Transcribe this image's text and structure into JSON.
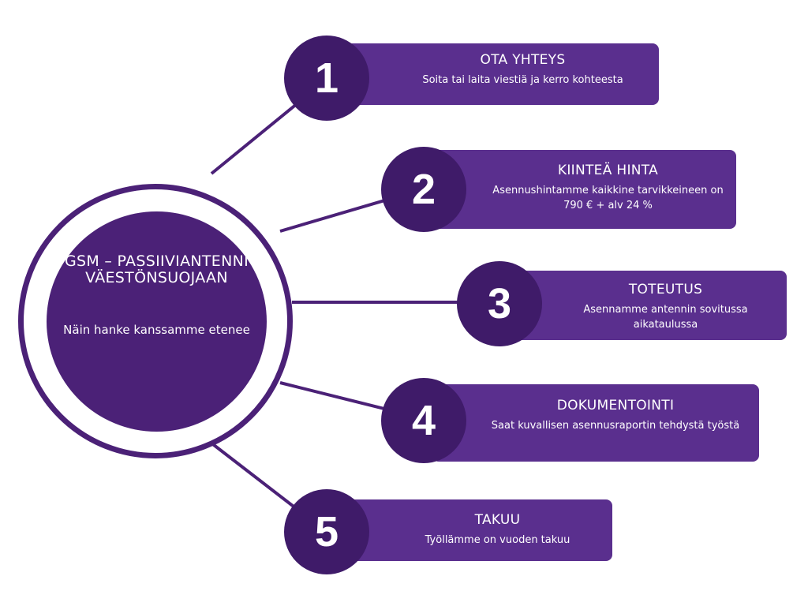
{
  "hub": {
    "title": "GSM – PASSIIVIANTENNI VÄESTÖNSUOJAAN",
    "subtitle": "Näin hanke kanssamme etenee"
  },
  "steps": [
    {
      "number": "1",
      "title": "OTA YHTEYS",
      "text": "Soita tai laita viestiä ja kerro kohteesta"
    },
    {
      "number": "2",
      "title": "KIINTEÄ HINTA",
      "text": "Asennushintamme kaikkine tarvikkeineen on 790 € + alv 24 %"
    },
    {
      "number": "3",
      "title": "TOTEUTUS",
      "text": "Asennamme antennin sovitussa aikataulussa"
    },
    {
      "number": "4",
      "title": "DOKUMENTOINTI",
      "text": "Saat  kuvallisen asennusraportin tehdystä työstä"
    },
    {
      "number": "5",
      "title": "TAKUU",
      "text": "Työllämme on vuoden takuu"
    }
  ],
  "colors": {
    "dark_purple": "#3f1b69",
    "hub_purple": "#4b2177",
    "card_purple": "#5a2f8e",
    "background": "#ffffff"
  }
}
